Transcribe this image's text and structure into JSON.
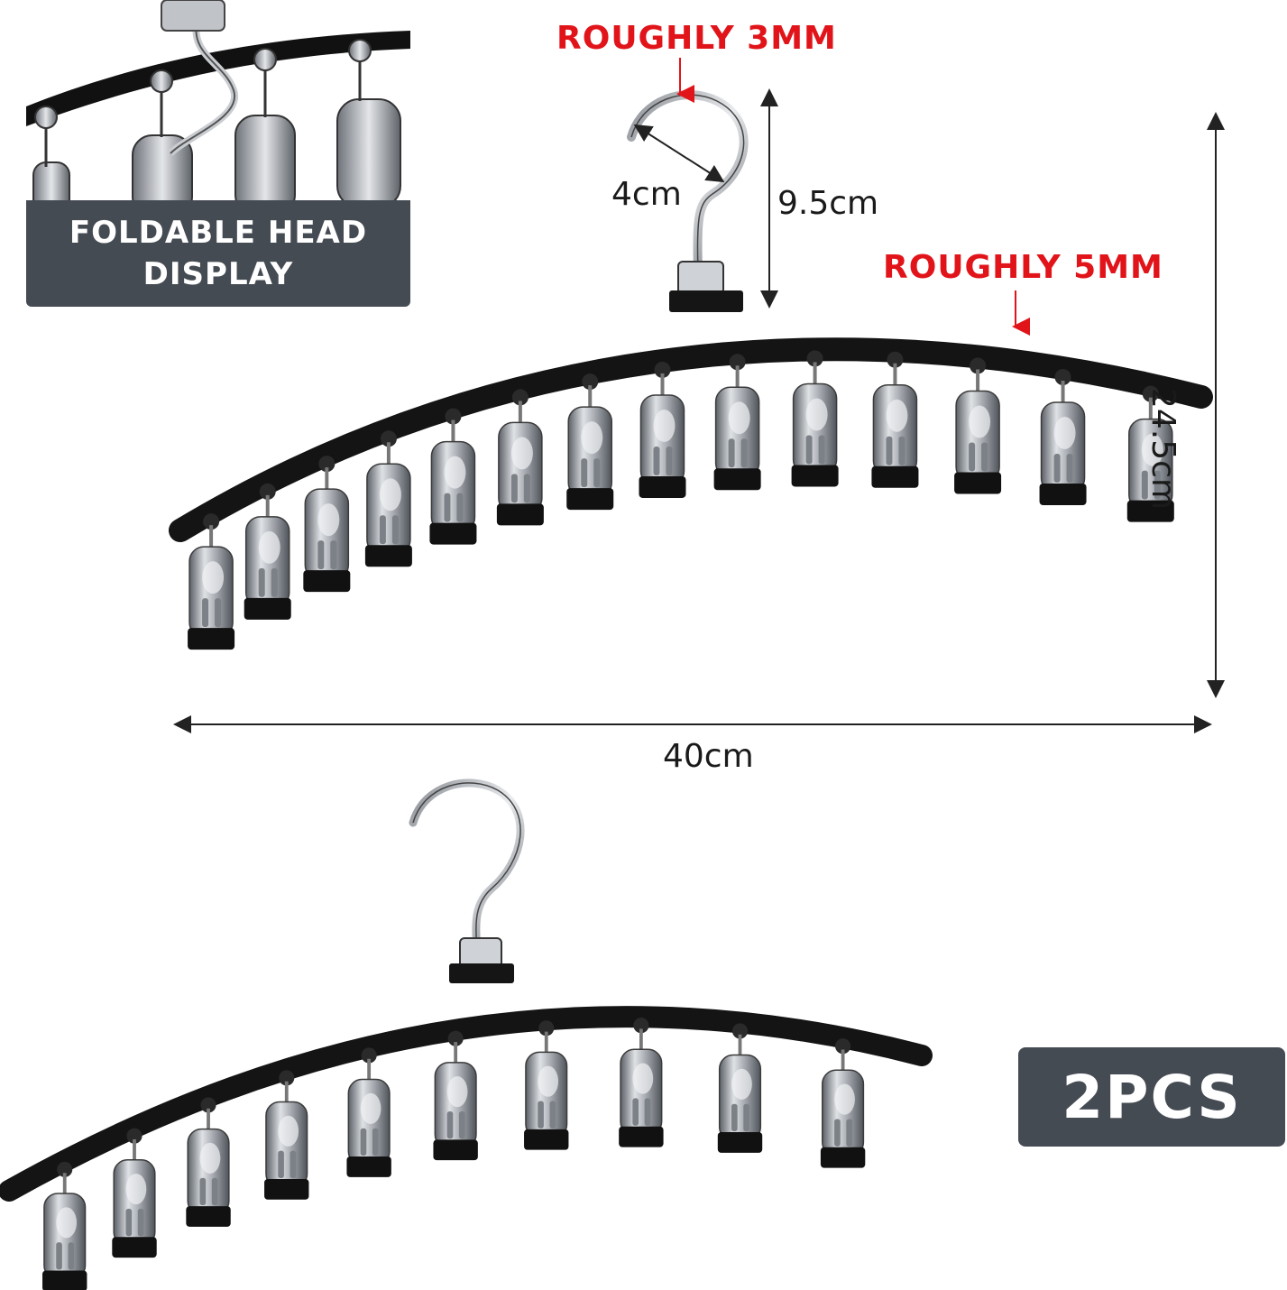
{
  "inset": {
    "caption_line1": "FOLDABLE HEAD",
    "caption_line2": "DISPLAY"
  },
  "annotations": {
    "hook_thickness": "ROUGHLY 3MM",
    "bar_thickness": "ROUGHLY 5MM",
    "hook_opening": "4cm",
    "hook_height": "9.5cm",
    "total_height": "24.5cm",
    "total_width": "40cm"
  },
  "badge": {
    "quantity": "2PCS"
  },
  "colors": {
    "annotation_red": "#e1141a",
    "panel_gray": "#454b53",
    "hanger_black": "#141414",
    "clip_silver": "#b8bcc2"
  },
  "products": {
    "top_hanger_clips": 14,
    "bottom_hanger_clips": 10
  }
}
